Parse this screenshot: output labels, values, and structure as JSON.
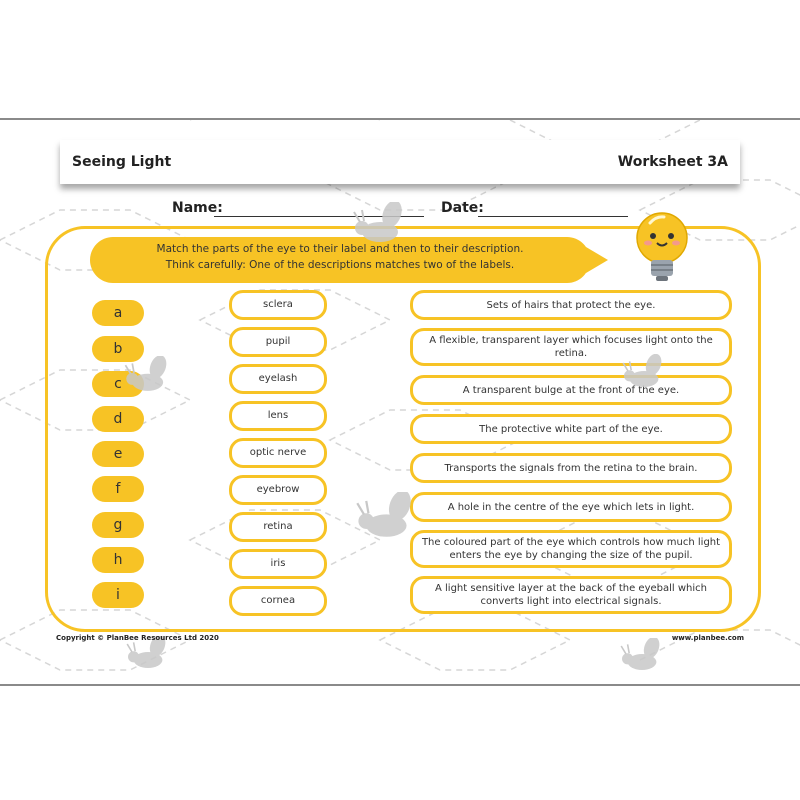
{
  "header": {
    "title": "Seeing Light",
    "worksheet": "Worksheet 3A"
  },
  "fields": {
    "name_label": "Name:",
    "date_label": "Date:"
  },
  "instructions": {
    "line1": "Match the parts of the eye to their label and then to their description.",
    "line2": "Think carefully: One of the descriptions matches two of the labels."
  },
  "letters": [
    "a",
    "b",
    "c",
    "d",
    "e",
    "f",
    "g",
    "h",
    "i"
  ],
  "labels": [
    "sclera",
    "pupil",
    "eyelash",
    "lens",
    "optic nerve",
    "eyebrow",
    "retina",
    "iris",
    "cornea"
  ],
  "descriptions": [
    "Sets of hairs that protect the eye.",
    "A flexible, transparent layer which focuses light onto the retina.",
    "A transparent bulge at the front of the eye.",
    "The protective white part of the eye.",
    "Transports the signals from the retina to the brain.",
    "A hole in the centre of the eye which lets in light.",
    "The coloured part of the eye which controls how much light enters the eye by changing the size of the pupil.",
    "A light sensitive layer at the back of the eyeball which converts light into electrical signals."
  ],
  "footer": {
    "copyright": "Copyright © PlanBee Resources Ltd 2020",
    "website": "www.planbee.com"
  },
  "colors": {
    "accent": "#f7c325",
    "text": "#333333"
  },
  "icons": [
    "bee-icon",
    "lightbulb-icon"
  ]
}
